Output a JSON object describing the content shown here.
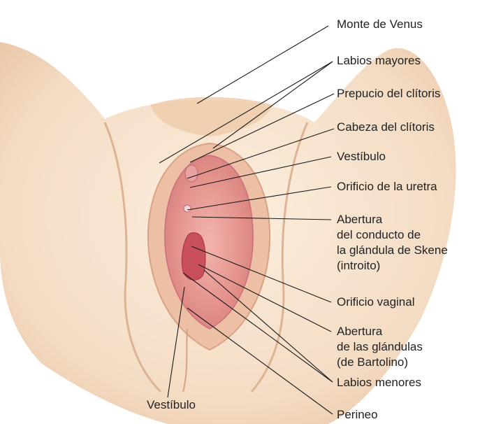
{
  "diagram": {
    "labels": {
      "monte_de_venus": "Monte de Venus",
      "labios_mayores": "Labios mayores",
      "prepucio": "Prepucio del clítoris",
      "cabeza_clitoris": "Cabeza del clítoris",
      "vestibulo_right": "Vestíbulo",
      "orificio_uretra": "Orificio de la uretra",
      "skene_lines": [
        "Abertura",
        "del conducto de",
        "la glándula de Skene",
        "(introito)"
      ],
      "orificio_vaginal": "Orificio vaginal",
      "bartolino_lines": [
        "Abertura",
        "de las glándulas",
        "(de Bartolino)"
      ],
      "labios_menores": "Labios menores",
      "vestibulo_bottom": "Vestíbulo",
      "perineo": "Perineo"
    },
    "colors": {
      "skin": "#f6e1cc",
      "skin_shadow": "#e9c7a8",
      "outer_fold": "#e8b89a",
      "inner_tissue": "#e59a92",
      "inner_deep": "#c9505a",
      "leader_line": "#1a1a1a"
    }
  }
}
